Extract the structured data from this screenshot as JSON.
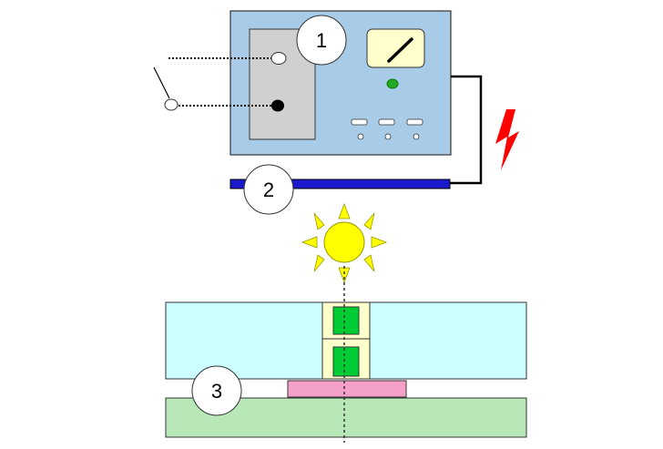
{
  "labels": {
    "device": "1",
    "electrode": "2",
    "sample": "3"
  },
  "icons": {
    "spark": "lightning-bolt-icon",
    "light": "sun-icon"
  },
  "colors": {
    "device_body": "#a8cce8",
    "panel": "#d0d0d0",
    "meter": "#ffffcc",
    "indicator": "#22aa22",
    "electrode": "#1a1acc",
    "spark": "#ff0000",
    "sun": "#ffff00",
    "upper_plate": "#ccffff",
    "lower_plate": "#b8e8b8",
    "pad": "#f5a0c8",
    "holder_frame": "#ffffcc",
    "holder_core": "#00cc33"
  }
}
